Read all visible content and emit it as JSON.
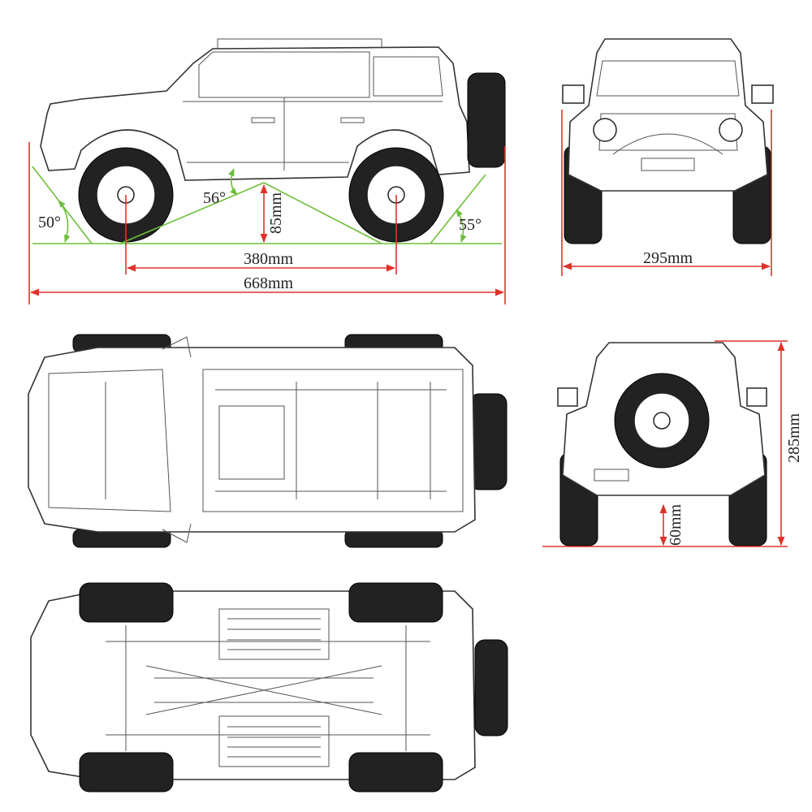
{
  "title": "RC crawler dimension drawing",
  "colors": {
    "dimension": "#e0322a",
    "angle": "#6cbf3a",
    "outline": "#333333"
  },
  "side_view": {
    "approach_angle": "50°",
    "breakover_angle": "56°",
    "departure_angle": "55°",
    "ground_clearance": "85mm",
    "wheelbase": "380mm",
    "length": "668mm"
  },
  "front_view": {
    "width": "295mm"
  },
  "rear_view": {
    "height": "285mm",
    "rear_clearance": "60mm"
  }
}
